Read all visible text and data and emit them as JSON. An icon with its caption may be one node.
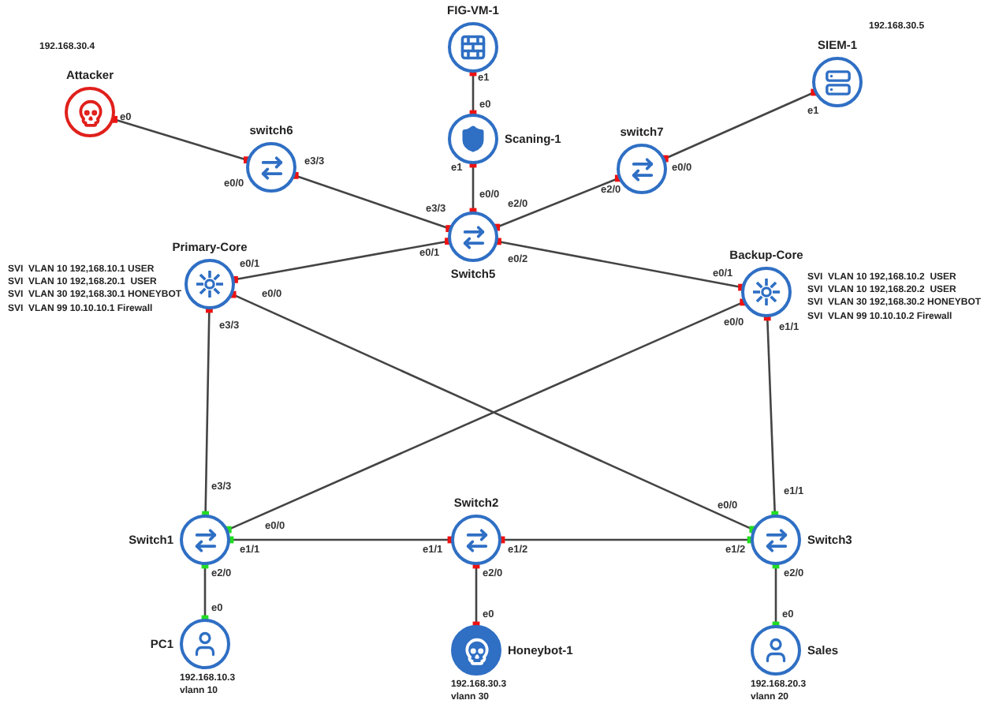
{
  "diagram": {
    "nodes": [
      {
        "text": [
          "FIG-VM-1"
        ]
      },
      {
        "text": [
          "Attacker"
        ],
        "beside": [
          "192.168.30.4"
        ]
      },
      {
        "text": [
          "SIEM-1"
        ],
        "beside": [
          "192.168.30.5"
        ]
      },
      {
        "text": [
          "Scaning-1"
        ]
      },
      {
        "text": [
          "switch6"
        ]
      },
      {
        "text": [
          "switch7"
        ]
      },
      {
        "text": [
          "Switch5"
        ]
      },
      {
        "text": [
          "Primary-Core"
        ],
        "beside": [
          "SVI  VLAN 10 192,168.10.1 USER",
          "SVI  VLAN 10 192,168.20.1  USER",
          "SVI  VLAN 30 192,168.30.1 HONEYBOT",
          "SVI  VLAN 99 10.10.10.1 Firewall"
        ]
      },
      {
        "text": [
          "Backup-Core"
        ],
        "beside": [
          "SVI  VLAN 10 192,168.10.2  USER",
          "SVI  VLAN 10 192,168.20.2  USER",
          "SVI  VLAN 30 192,168.30.2 HONEYBOT",
          "SVI  VLAN 99 10.10.10.2 Firewall"
        ]
      },
      {
        "text": [
          "Switch1"
        ]
      },
      {
        "text": [
          "Switch2"
        ]
      },
      {
        "text": [
          "Switch3"
        ]
      },
      {
        "text": [
          "PC1"
        ],
        "beside": [
          "192.168.10.3",
          "vlann 10"
        ]
      },
      {
        "text": [
          "Honeybot-1"
        ],
        "beside": [
          "192.168.30.3",
          "vlann 30"
        ]
      },
      {
        "text": [
          "Sales"
        ],
        "beside": [
          "192.168.20.3",
          "vlann 20"
        ]
      }
    ],
    "edges": [
      {
        "from": 0,
        "to": 3,
        "arrow": "none"
      },
      {
        "from": 1,
        "to": 4,
        "arrow": "none"
      },
      {
        "from": 4,
        "to": 6,
        "arrow": "none"
      },
      {
        "from": 3,
        "to": 6,
        "arrow": "none"
      },
      {
        "from": 5,
        "to": 2,
        "arrow": "none"
      },
      {
        "from": 6,
        "to": 5,
        "arrow": "none"
      },
      {
        "from": 6,
        "to": 7,
        "arrow": "none"
      },
      {
        "from": 6,
        "to": 8,
        "arrow": "none"
      },
      {
        "from": 7,
        "to": 9,
        "arrow": "none"
      },
      {
        "from": 7,
        "to": 11,
        "arrow": "none"
      },
      {
        "from": 8,
        "to": 9,
        "arrow": "none"
      },
      {
        "from": 8,
        "to": 11,
        "arrow": "none"
      },
      {
        "from": 9,
        "to": 10,
        "arrow": "none"
      },
      {
        "from": 10,
        "to": 11,
        "arrow": "none"
      },
      {
        "from": 9,
        "to": 12,
        "arrow": "none"
      },
      {
        "from": 10,
        "to": 13,
        "arrow": "none"
      },
      {
        "from": 11,
        "to": 14,
        "arrow": "none"
      }
    ],
    "labels": [
      "e0",
      "e0/0",
      "e3/3",
      "e1",
      "e0",
      "e1",
      "e0/0",
      "e3/3",
      "e2/0",
      "e0/1",
      "e0/2",
      "e2/0",
      "e0/0",
      "e1",
      "e0/1",
      "e0/0",
      "e3/3",
      "e0/1",
      "e0/0",
      "e1/1",
      "e3/3",
      "e0/0",
      "e1/1",
      "e2/0",
      "e1/1",
      "e2/0",
      "e1/2",
      "e0/0",
      "e1/1",
      "e1/2",
      "e2/0",
      "e0",
      "e0",
      "e0"
    ]
  }
}
